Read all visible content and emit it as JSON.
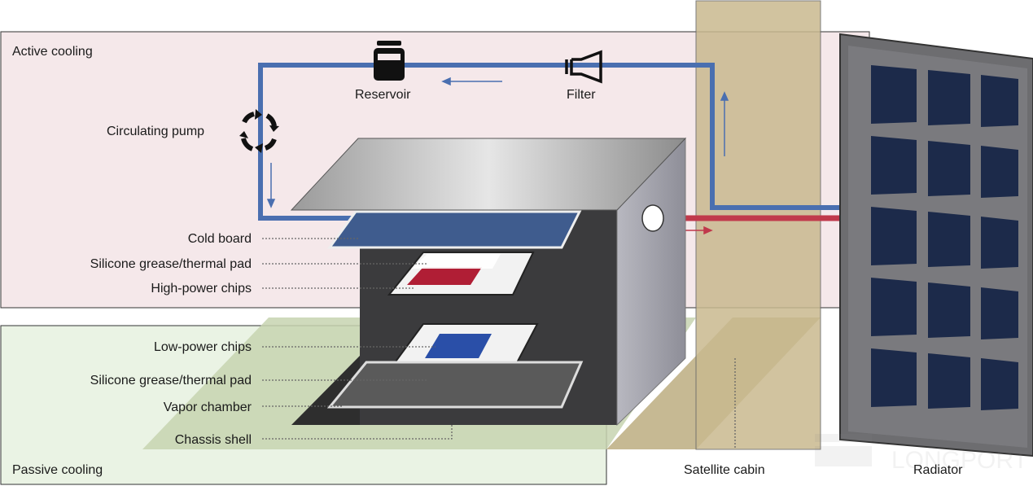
{
  "regions": {
    "active_cooling": "Active cooling",
    "passive_cooling": "Passive cooling",
    "satellite_cabin": "Satellite cabin",
    "radiator": "Radiator"
  },
  "components": {
    "reservoir": "Reservoir",
    "filter": "Filter",
    "circulating_pump": "Circulating pump"
  },
  "layers": [
    "Cold board",
    "Silicone grease/thermal pad",
    "High-power chips",
    "Low-power chips",
    "Silicone grease/thermal pad",
    "Vapor chamber",
    "Chassis shell"
  ],
  "watermark": "LONGPORT",
  "colors": {
    "cold_pipe": "#4a6fb0",
    "hot_pipe": "#c0394b",
    "active_region": "#f5e8ea",
    "passive_region": "#eaf3e4",
    "cabin": "#c9b98f",
    "radiator_panel": "#1c2a4a"
  }
}
